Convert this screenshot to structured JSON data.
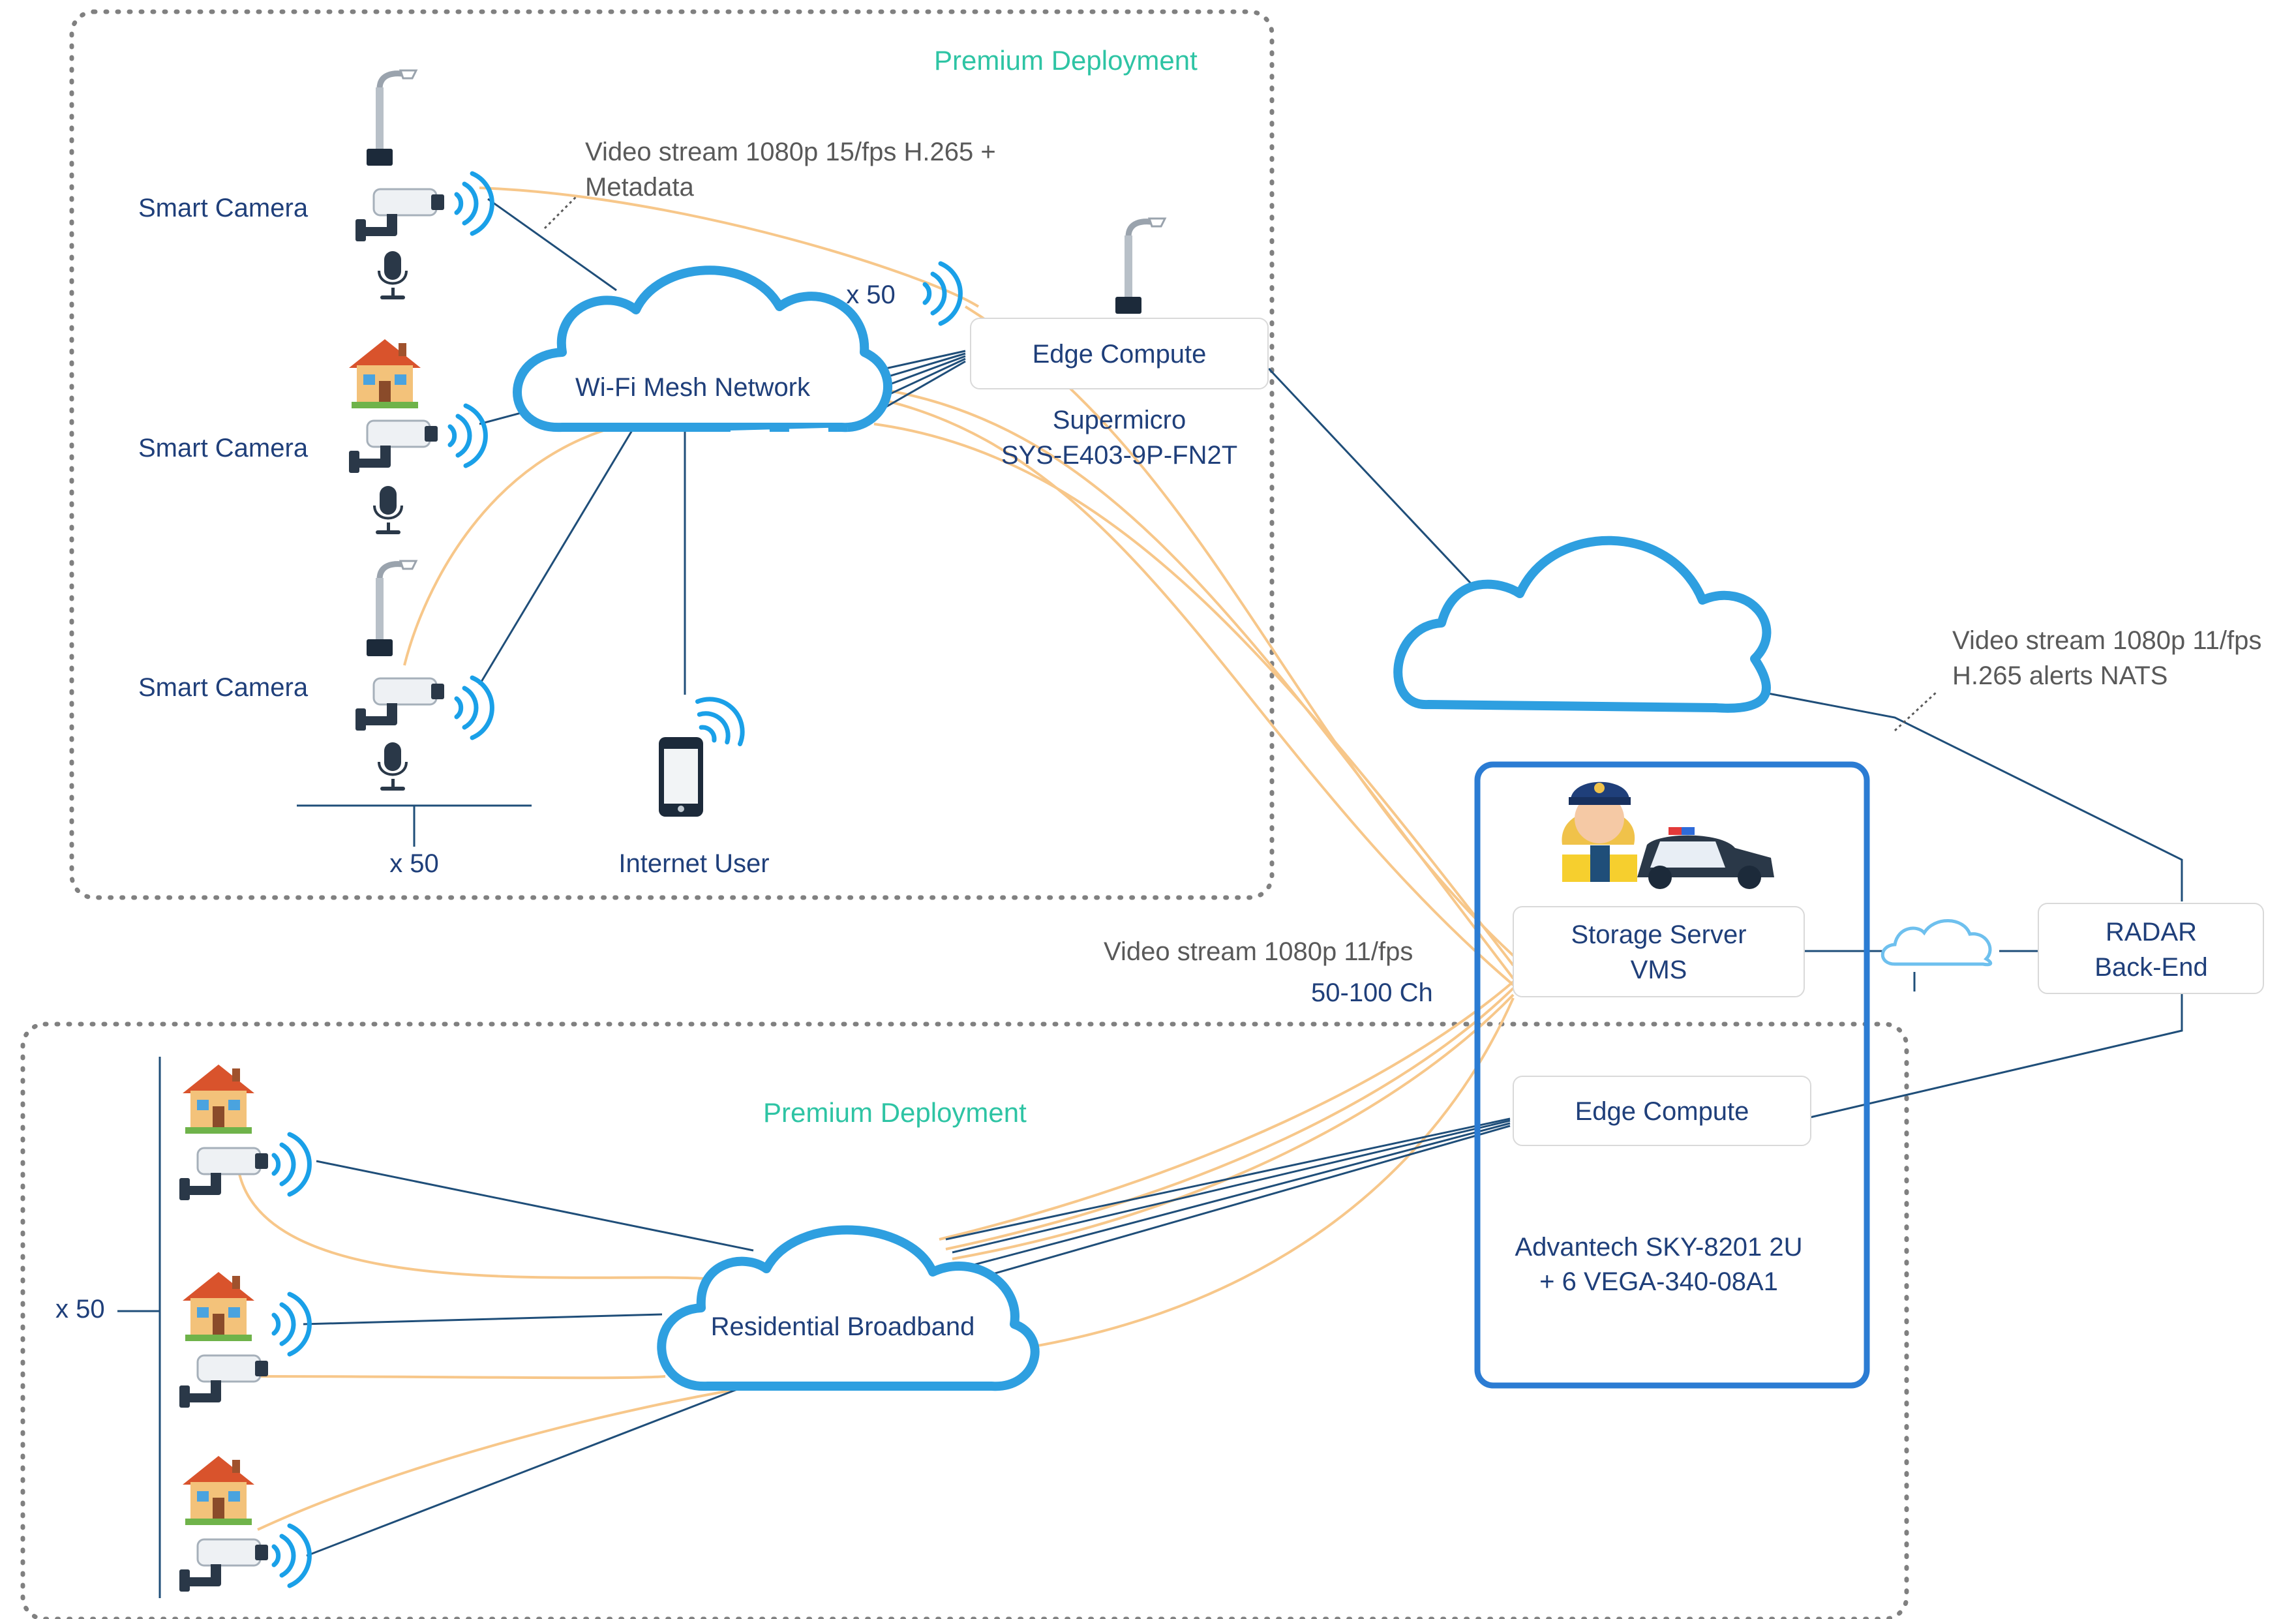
{
  "zones": {
    "top_label": "Premium Deployment",
    "bottom_label": "Premium Deployment"
  },
  "cameras": {
    "cam1_label": "Smart Camera",
    "cam2_label": "Smart Camera",
    "cam3_label": "Smart Camera",
    "top_count": "x 50",
    "bottom_count": "x 50"
  },
  "network": {
    "wifi_mesh": "Wi-Fi Mesh Network",
    "broadband": "Residential Broadband",
    "wifi_count": "x 50"
  },
  "notes": {
    "stream_top_line1": "Video stream 1080p 15/fps H.265 +",
    "stream_top_line2": "Metadata",
    "stream_right_line1": "Video stream 1080p 11/fps",
    "stream_right_line2": "H.265 alerts NATS",
    "stream_mid_line1": "Video stream 1080p 11/fps",
    "stream_mid_line2": "50-100 Ch"
  },
  "nodes": {
    "edge_top": "Edge Compute",
    "edge_top_model_line1": "Supermicro",
    "edge_top_model_line2": "SYS-E403-9P-FN2T",
    "internet_user": "Internet User",
    "storage_line1": "Storage Server",
    "storage_line2": "VMS",
    "radar_line1": "RADAR",
    "radar_line2": "Back-End",
    "edge_bottom": "Edge Compute",
    "edge_bottom_model_line1": "Advantech SKY-8201 2U",
    "edge_bottom_model_line2": "+ 6 VEGA-340-08A1"
  },
  "colors": {
    "cloud_stroke": "#2e9fe0",
    "orange_link": "#f7c78a",
    "dark_link": "#1f4e79",
    "zone_label": "#2ec4a4",
    "server_box": "#2b7cd3"
  },
  "icons": [
    "street-lamp-icon",
    "cctv-camera-icon",
    "microphone-icon",
    "house-icon",
    "wifi-signal-icon",
    "smartphone-icon",
    "police-officer-icon",
    "police-car-icon"
  ]
}
